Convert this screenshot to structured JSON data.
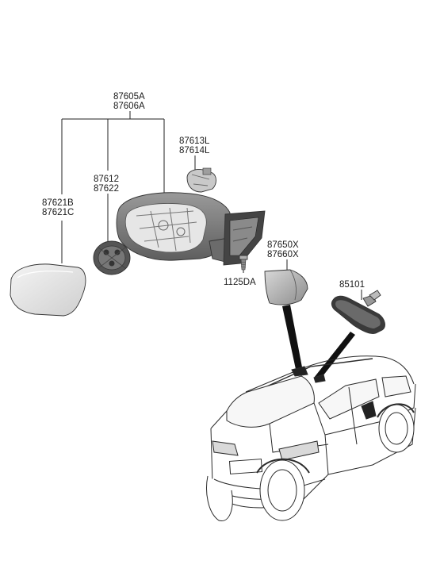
{
  "labels": {
    "mirror_assy_lh": "87605A",
    "mirror_assy_rh": "87606A",
    "cover_lh": "87613L",
    "cover_rh": "87614L",
    "actuator_lh": "87612",
    "actuator_rh": "87622",
    "glass_lh": "87621B",
    "glass_rh": "87621C",
    "garnish_lh": "87650X",
    "garnish_rh": "87660X",
    "screw": "1125DA",
    "inside_mirror": "85101"
  },
  "icons": {
    "mirror_glass": "mirror-glass-icon",
    "actuator": "actuator-icon",
    "mirror_housing": "mirror-housing-icon",
    "cover": "cover-cap-icon",
    "garnish": "garnish-icon",
    "screw": "screw-icon",
    "inside_mirror": "rearview-mirror-icon",
    "vehicle": "vehicle-suv-icon"
  }
}
